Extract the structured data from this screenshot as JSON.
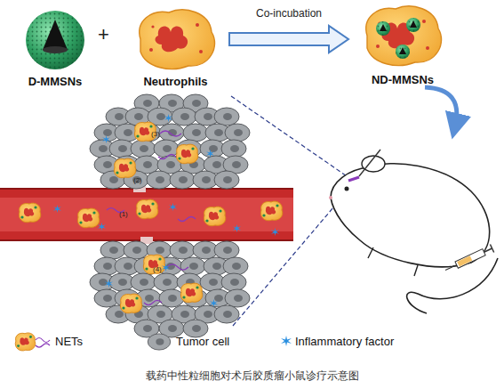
{
  "diagram": {
    "caption": "载药中性粒细胞对术后胶质瘤小鼠诊疗示意图",
    "nodes": [
      {
        "text": [
          "D-MMSNs"
        ]
      },
      {
        "text": [
          "Neutrophils"
        ]
      },
      {
        "text": [
          "ND-MMSNs"
        ]
      }
    ],
    "edges": [
      {
        "from": 1,
        "to": 2,
        "label": "Co-incubation",
        "arrow": "to"
      }
    ],
    "labels": [
      "+",
      "(1)",
      "(2)",
      "(3)",
      "(4)"
    ],
    "legend": [
      {
        "text": "NETs"
      },
      {
        "text": "Tumor cell"
      },
      {
        "text": "Inflammatory factor"
      }
    ]
  }
}
